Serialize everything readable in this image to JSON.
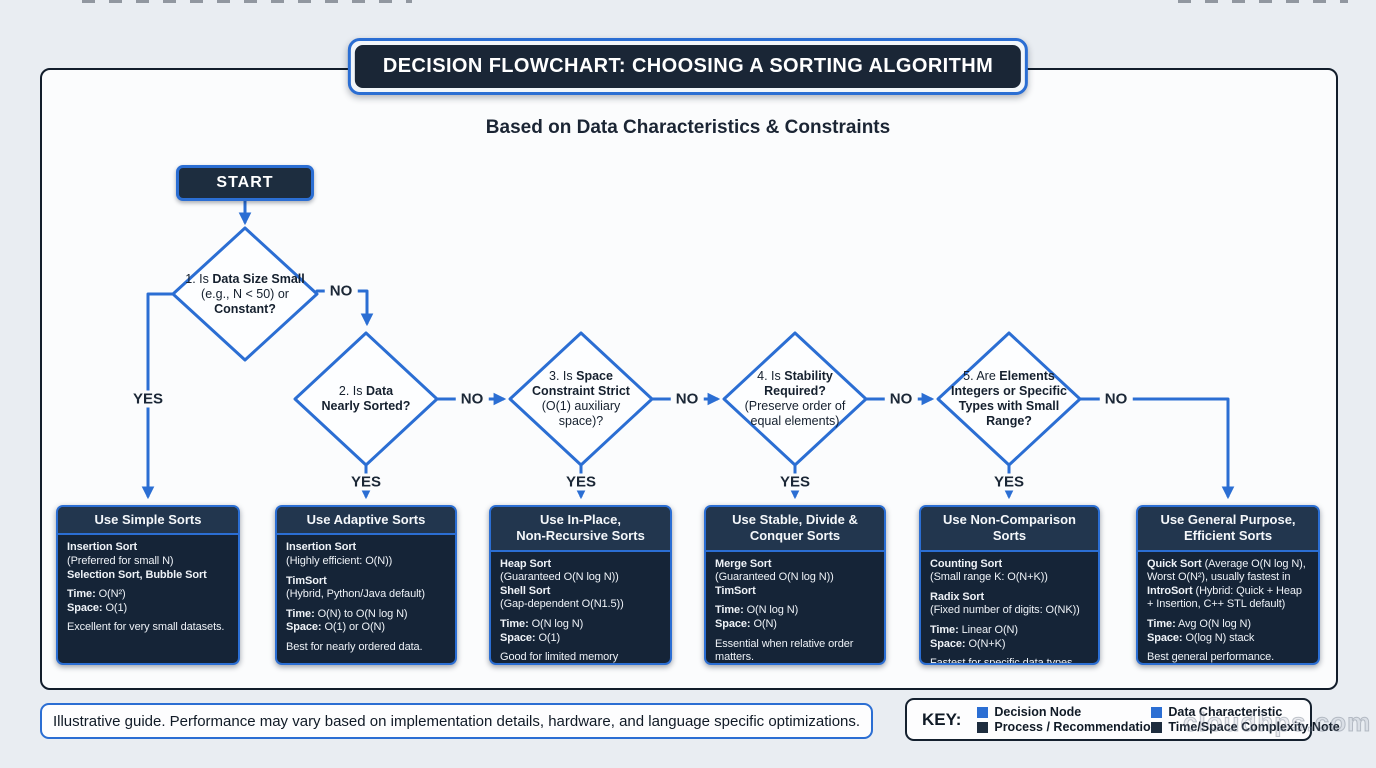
{
  "title": "DECISION FLOWCHART: CHOOSING A SORTING ALGORITHM",
  "subtitle": "Based on Data Characteristics & Constraints",
  "start_label": "START",
  "colors": {
    "accent_blue": "#2b6ed3",
    "node_navy": "#1d2c3e",
    "box_body_navy": "#152437",
    "box_header_navy": "#22364e",
    "panel_bg": "#fbfcfd",
    "page_bg": "#e9edf2",
    "text_dark": "#15202e",
    "text_light": "#f2f5f8"
  },
  "decisions": [
    {
      "no_label": "NO",
      "yes_label": "YES",
      "lines": [
        [
          {
            "t": "1. Is ",
            "b": 0
          },
          {
            "t": "Data Size Small",
            "b": 1
          }
        ],
        [
          {
            "t": "(e.g., N < 50) or",
            "b": 0
          }
        ],
        [
          {
            "t": "Constant?",
            "b": 1
          }
        ]
      ]
    },
    {
      "no_label": "NO",
      "yes_label": "YES",
      "lines": [
        [
          {
            "t": "2. Is ",
            "b": 0
          },
          {
            "t": "Data",
            "b": 1
          }
        ],
        [
          {
            "t": "Nearly Sorted?",
            "b": 1
          }
        ]
      ]
    },
    {
      "no_label": "NO",
      "yes_label": "YES",
      "lines": [
        [
          {
            "t": "3. Is ",
            "b": 0
          },
          {
            "t": "Space",
            "b": 1
          }
        ],
        [
          {
            "t": "Constraint Strict",
            "b": 1
          }
        ],
        [
          {
            "t": "(O(1) auxiliary",
            "b": 0
          }
        ],
        [
          {
            "t": "space)?",
            "b": 0
          }
        ]
      ]
    },
    {
      "no_label": "NO",
      "yes_label": "YES",
      "lines": [
        [
          {
            "t": "4. Is ",
            "b": 0
          },
          {
            "t": "Stability",
            "b": 1
          }
        ],
        [
          {
            "t": "Required?",
            "b": 1
          }
        ],
        [
          {
            "t": "(Preserve order of",
            "b": 0
          }
        ],
        [
          {
            "t": "equal elements)",
            "b": 0
          }
        ]
      ]
    },
    {
      "no_label": "NO",
      "yes_label": "YES",
      "lines": [
        [
          {
            "t": "5. Are ",
            "b": 0
          },
          {
            "t": "Elements",
            "b": 1
          }
        ],
        [
          {
            "t": "Integers or Specific",
            "b": 1
          }
        ],
        [
          {
            "t": "Types with Small",
            "b": 1
          }
        ],
        [
          {
            "t": "Range?",
            "b": 1
          }
        ]
      ]
    }
  ],
  "boxes": [
    {
      "title_lines": [
        "Use Simple Sorts"
      ],
      "paragraphs": [
        [
          [
            {
              "t": "Insertion Sort",
              "b": 1
            }
          ],
          [
            {
              "t": "(Preferred for small N)",
              "b": 0
            }
          ],
          [
            {
              "t": "Selection Sort, Bubble Sort",
              "b": 1
            }
          ]
        ],
        [
          [
            {
              "t": "Time:",
              "b": 1
            },
            {
              "t": " O(N²)",
              "b": 0
            }
          ],
          [
            {
              "t": "Space:",
              "b": 1
            },
            {
              "t": " O(1)",
              "b": 0
            }
          ]
        ],
        [
          [
            {
              "t": "Excellent for very small datasets.",
              "b": 0
            }
          ]
        ]
      ]
    },
    {
      "title_lines": [
        "Use Adaptive Sorts"
      ],
      "paragraphs": [
        [
          [
            {
              "t": "Insertion Sort",
              "b": 1
            }
          ],
          [
            {
              "t": "(Highly efficient: O(N))",
              "b": 0
            }
          ]
        ],
        [
          [
            {
              "t": "TimSort",
              "b": 1
            }
          ],
          [
            {
              "t": "(Hybrid, Python/Java default)",
              "b": 0
            }
          ]
        ],
        [
          [
            {
              "t": "Time:",
              "b": 1
            },
            {
              "t": " O(N) to O(N log N)",
              "b": 0
            }
          ],
          [
            {
              "t": "Space:",
              "b": 1
            },
            {
              "t": " O(1) or O(N)",
              "b": 0
            }
          ]
        ],
        [
          [
            {
              "t": "Best for nearly ordered data.",
              "b": 0
            }
          ]
        ]
      ]
    },
    {
      "title_lines": [
        "Use In-Place,",
        "Non-Recursive Sorts"
      ],
      "paragraphs": [
        [
          [
            {
              "t": "Heap Sort",
              "b": 1
            }
          ],
          [
            {
              "t": "(Guaranteed O(N log N))",
              "b": 0
            }
          ],
          [
            {
              "t": "Shell Sort",
              "b": 1
            }
          ],
          [
            {
              "t": "(Gap-dependent O(N1.5))",
              "b": 0
            }
          ]
        ],
        [
          [
            {
              "t": "Time:",
              "b": 1
            },
            {
              "t": " O(N log N)",
              "b": 0
            }
          ],
          [
            {
              "t": "Space:",
              "b": 1
            },
            {
              "t": " O(1)",
              "b": 0
            }
          ]
        ],
        [
          [
            {
              "t": "Good for limited memory systems.",
              "b": 0
            }
          ]
        ]
      ]
    },
    {
      "title_lines": [
        "Use Stable, Divide &",
        "Conquer Sorts"
      ],
      "paragraphs": [
        [
          [
            {
              "t": "Merge Sort",
              "b": 1
            }
          ],
          [
            {
              "t": "(Guaranteed O(N log N))",
              "b": 0
            }
          ],
          [
            {
              "t": "TimSort",
              "b": 1
            }
          ]
        ],
        [
          [
            {
              "t": "Time:",
              "b": 1
            },
            {
              "t": " O(N log N)",
              "b": 0
            }
          ],
          [
            {
              "t": "Space:",
              "b": 1
            },
            {
              "t": " O(N)",
              "b": 0
            }
          ]
        ],
        [
          [
            {
              "t": "Essential when relative order matters.",
              "b": 0
            }
          ]
        ]
      ]
    },
    {
      "title_lines": [
        "Use Non-Comparison Sorts"
      ],
      "paragraphs": [
        [
          [
            {
              "t": "Counting Sort",
              "b": 1
            }
          ],
          [
            {
              "t": "(Small range K: O(N+K))",
              "b": 0
            }
          ]
        ],
        [
          [
            {
              "t": "Radix Sort",
              "b": 1
            }
          ],
          [
            {
              "t": "(Fixed number of digits: O(NK))",
              "b": 0
            }
          ]
        ],
        [
          [
            {
              "t": "Time:",
              "b": 1
            },
            {
              "t": " Linear O(N)",
              "b": 0
            }
          ],
          [
            {
              "t": "Space:",
              "b": 1
            },
            {
              "t": " O(N+K)",
              "b": 0
            }
          ]
        ],
        [
          [
            {
              "t": "Fastest for specific data types.",
              "b": 0
            }
          ]
        ]
      ]
    },
    {
      "title_lines": [
        "Use General Purpose,",
        "Efficient Sorts"
      ],
      "paragraphs": [
        [
          [
            {
              "t": "Quick Sort",
              "b": 1
            },
            {
              "t": " (Average O(N log N),",
              "b": 0
            }
          ],
          [
            {
              "t": "Worst O(N²), usually fastest in",
              "b": 0
            }
          ],
          [
            {
              "t": "IntroSort",
              "b": 1
            },
            {
              "t": " (Hybrid: Quick + Heap",
              "b": 0
            }
          ],
          [
            {
              "t": "+ Insertion, C++ STL default)",
              "b": 0
            }
          ]
        ],
        [
          [
            {
              "t": "Time:",
              "b": 1
            },
            {
              "t": " Avg O(N log N)",
              "b": 0
            }
          ],
          [
            {
              "t": "Space:",
              "b": 1
            },
            {
              "t": " O(log N) stack",
              "b": 0
            }
          ]
        ],
        [
          [
            {
              "t": "Best general performance.",
              "b": 0
            }
          ]
        ]
      ]
    }
  ],
  "note": "Illustrative guide. Performance may vary based on implementation details, hardware, and language specific optimizations.",
  "key": {
    "label": "KEY:",
    "items": [
      {
        "label": "Decision Node",
        "swatch_color": "#2b6ed3"
      },
      {
        "label": "Process / Recommendation",
        "swatch_color": "#1d2c3e"
      },
      {
        "label": "Data Characteristic",
        "swatch_color": "#2b6ed3"
      },
      {
        "label": "Time/Space Complexity Note",
        "swatch_color": "#1d2c3e"
      }
    ]
  },
  "watermark": "cloudhps.com"
}
